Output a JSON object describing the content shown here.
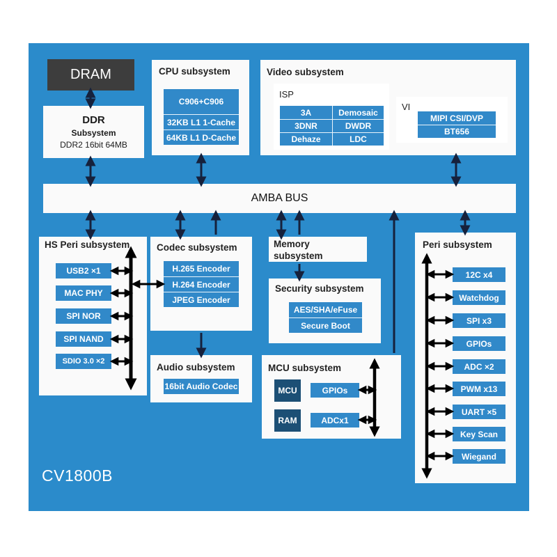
{
  "diagram": {
    "chip_label": "CV1800B",
    "bus_label": "AMBA BUS",
    "dram_label": "DRAM",
    "ddr": {
      "line1": "DDR",
      "line2": "Subsystem",
      "line3": "DDR2 16bit 64MB"
    },
    "cpu_subsystem": {
      "title": "CPU subsystem",
      "units": [
        "C906+C906",
        "32KB L1 1-Cache",
        "64KB L1 D-Cache"
      ]
    },
    "video_subsystem": {
      "title": "Video subsystem",
      "isp": {
        "title": "ISP",
        "left_column": [
          "3A",
          "3DNR",
          "Dehaze"
        ],
        "right_column": [
          "Demosaic",
          "DWDR",
          "LDC"
        ]
      },
      "vi": {
        "title": "VI",
        "units": [
          "MIPI CSI/DVP",
          "BT656"
        ]
      }
    },
    "hs_peri_subsystem": {
      "title": "HS Peri subsystem",
      "units": [
        "USB2 ×1",
        "MAC PHY",
        "SPI NOR",
        "SPI NAND",
        "SDIO 3.0 ×2"
      ]
    },
    "codec_subsystem": {
      "title": "Codec subsystem",
      "units": [
        "H.265 Encoder",
        "H.264 Encoder",
        "JPEG Encoder"
      ]
    },
    "audio_subsystem": {
      "title": "Audio subsystem",
      "units": [
        "16bit Audio Codec"
      ]
    },
    "memory_subsystem": {
      "title": "Memory\nsubsystem"
    },
    "security_subsystem": {
      "title": "Security subsystem",
      "units": [
        "AES/SHA/eFuse",
        "Secure Boot"
      ]
    },
    "mcu_subsystem": {
      "title": "MCU subsystem",
      "core": "MCU",
      "ram": "RAM",
      "units": [
        "GPIOs",
        "ADCx1"
      ]
    },
    "peri_subsystem": {
      "title": "Peri subsystem",
      "units": [
        "12C x4",
        "Watchdog",
        "SPI x3",
        "GPIOs",
        "ADC ×2",
        "PWM x13",
        "UART ×5",
        "Key Scan",
        "Wiegand"
      ]
    },
    "colors": {
      "panel_blue": "#2b8bcb",
      "unit_blue": "#3189c9",
      "navy": "#1c4f75",
      "dram_grey": "#3d3d3d",
      "card_white": "#fafafa",
      "arrow_dark": "#16213c",
      "arrow_black": "#000000"
    }
  }
}
